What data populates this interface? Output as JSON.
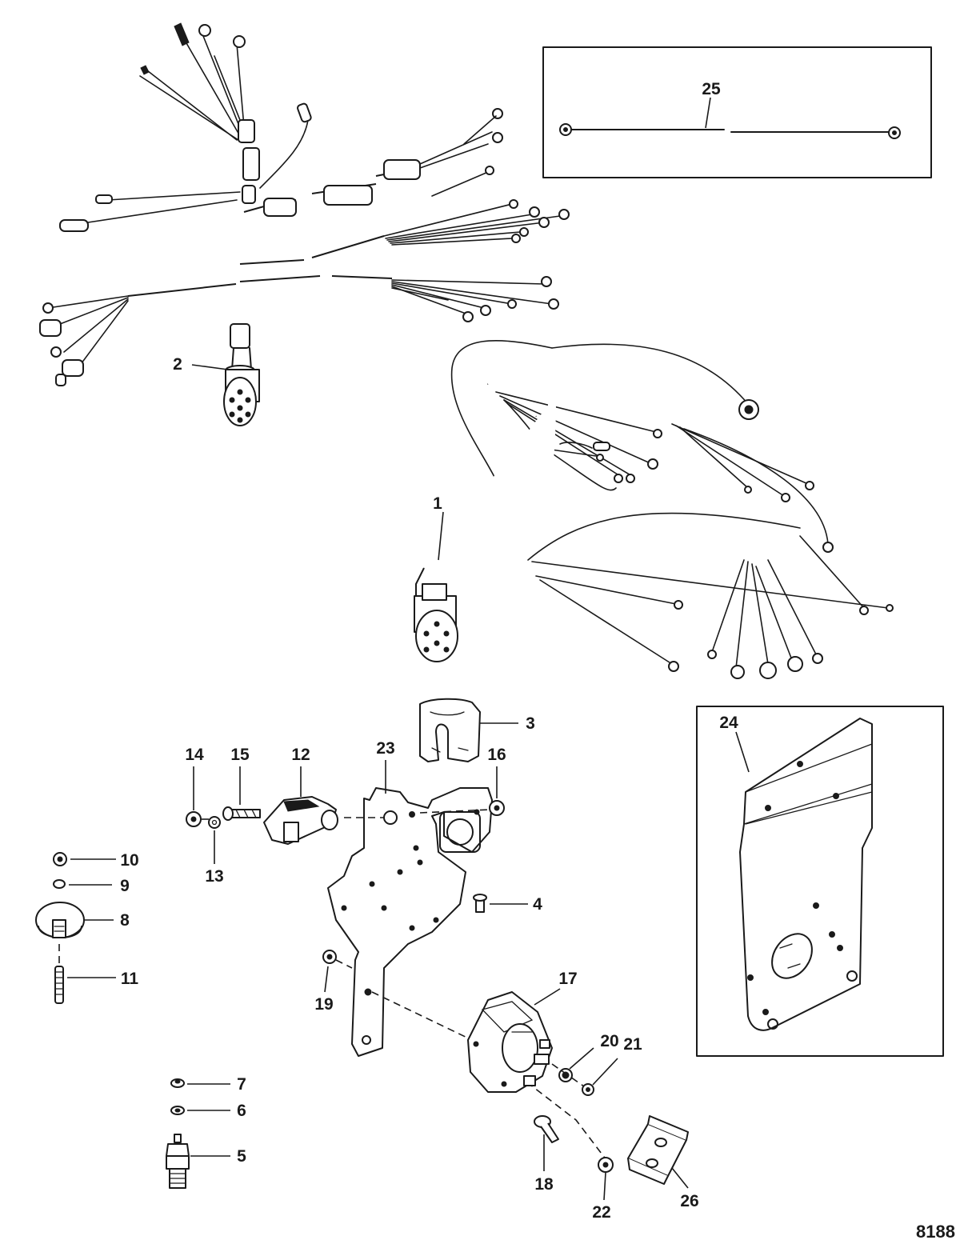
{
  "figure_id": "8188",
  "callouts": [
    {
      "id": "c1",
      "label": "1"
    },
    {
      "id": "c2",
      "label": "2"
    },
    {
      "id": "c3",
      "label": "3"
    },
    {
      "id": "c4",
      "label": "4"
    },
    {
      "id": "c5",
      "label": "5"
    },
    {
      "id": "c6",
      "label": "6"
    },
    {
      "id": "c7",
      "label": "7"
    },
    {
      "id": "c8",
      "label": "8"
    },
    {
      "id": "c9",
      "label": "9"
    },
    {
      "id": "c10",
      "label": "10"
    },
    {
      "id": "c11",
      "label": "11"
    },
    {
      "id": "c12",
      "label": "12"
    },
    {
      "id": "c13",
      "label": "13"
    },
    {
      "id": "c14",
      "label": "14"
    },
    {
      "id": "c15",
      "label": "15"
    },
    {
      "id": "c16",
      "label": "16"
    },
    {
      "id": "c17",
      "label": "17"
    },
    {
      "id": "c18",
      "label": "18"
    },
    {
      "id": "c19",
      "label": "19"
    },
    {
      "id": "c20",
      "label": "20"
    },
    {
      "id": "c21",
      "label": "21"
    },
    {
      "id": "c22",
      "label": "22"
    },
    {
      "id": "c23",
      "label": "23"
    },
    {
      "id": "c24",
      "label": "24"
    },
    {
      "id": "c25",
      "label": "25"
    },
    {
      "id": "c26",
      "label": "26"
    }
  ]
}
